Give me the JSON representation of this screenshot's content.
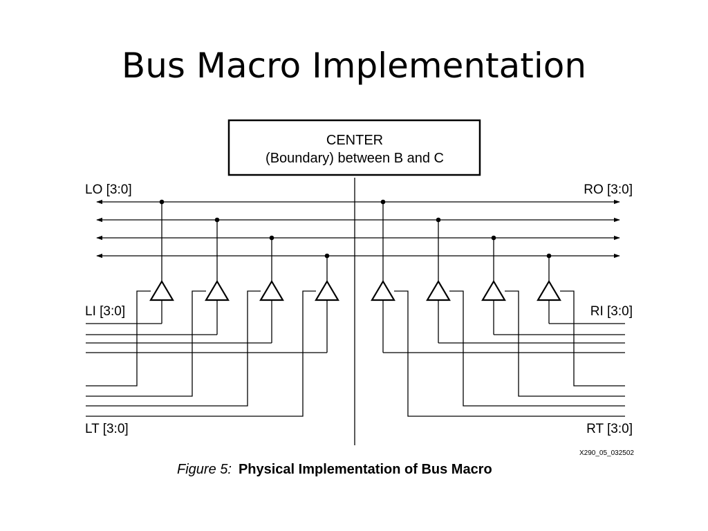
{
  "slide": {
    "title": "Bus Macro Implementation"
  },
  "diagram": {
    "center_box": {
      "line1": "CENTER",
      "line2": "(Boundary) between B and C"
    },
    "labels": {
      "lo": "LO [3:0]",
      "ro": "RO [3:0]",
      "li": "LI [3:0]",
      "ri": "RI [3:0]",
      "lt": "LT [3:0]",
      "rt": "RT [3:0]"
    },
    "figure_id": "X290_05_032502",
    "caption": {
      "prefix": "Figure 5:",
      "title": "Physical Implementation of Bus Macro"
    }
  }
}
